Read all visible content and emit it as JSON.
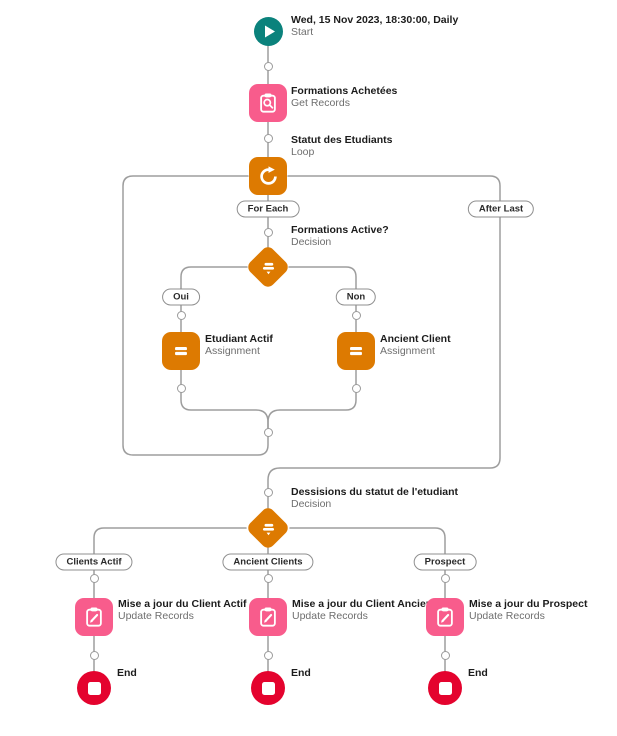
{
  "start": {
    "title": "Wed, 15 Nov 2023, 18:30:00, Daily",
    "subtitle": "Start"
  },
  "nodes": {
    "get_records": {
      "title": "Formations Achetées",
      "subtitle": "Get Records"
    },
    "loop": {
      "title": "Statut des Etudiants",
      "subtitle": "Loop"
    },
    "decision1": {
      "title": "Formations Active?",
      "subtitle": "Decision"
    },
    "assignment_oui": {
      "title": "Etudiant Actif",
      "subtitle": "Assignment"
    },
    "assignment_non": {
      "title": "Ancient Client",
      "subtitle": "Assignment"
    },
    "decision2": {
      "title": "Dessisions du statut de l'etudiant",
      "subtitle": "Decision"
    },
    "update_client_actif": {
      "title": "Mise a jour du Client Actif",
      "subtitle": "Update Records"
    },
    "update_client_ancient": {
      "title": "Mise a jour du Client Ancient",
      "subtitle": "Update Records"
    },
    "update_prospect": {
      "title": "Mise a jour du Prospect",
      "subtitle": "Update Records"
    }
  },
  "branches": {
    "for_each": "For Each",
    "after_last": "After Last",
    "oui": "Oui",
    "non": "Non",
    "clients_actif": "Clients Actif",
    "ancient_clients": "Ancient Clients",
    "prospect": "Prospect"
  },
  "terminals": {
    "end": "End"
  },
  "colors": {
    "start_teal": "#0b827c",
    "data_pink": "#f85c8c",
    "logic_orange": "#dd7a01",
    "end_red": "#e4032e",
    "connector_gray": "#9d9d9d",
    "title_text": "#1c1c1c",
    "subtitle_text": "#6e6e6e"
  }
}
